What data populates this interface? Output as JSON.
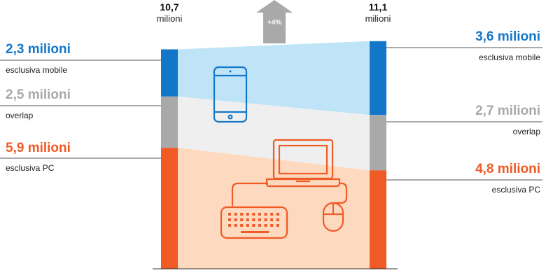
{
  "chart_data": {
    "type": "bar",
    "layout": "stacked slope comparison",
    "colors": {
      "mobile": "#1377c9",
      "overlap": "#a9a9a9",
      "pc": "#f05a25"
    },
    "totals": [
      {
        "value": "10,7",
        "unit": "milioni"
      },
      {
        "value": "11,1",
        "unit": "milioni"
      }
    ],
    "growth_label": "+4%",
    "bars": [
      {
        "segments": [
          {
            "key": "mobile",
            "value": 2.3,
            "label": "2,3 milioni",
            "sublabel": "esclusiva mobile"
          },
          {
            "key": "overlap",
            "value": 2.5,
            "label": "2,5 milioni",
            "sublabel": "overlap"
          },
          {
            "key": "pc",
            "value": 5.9,
            "label": "5,9 milioni",
            "sublabel": "esclusiva PC"
          }
        ]
      },
      {
        "segments": [
          {
            "key": "mobile",
            "value": 3.6,
            "label": "3,6 milioni",
            "sublabel": "esclusiva mobile"
          },
          {
            "key": "overlap",
            "value": 2.7,
            "label": "2,7 milioni",
            "sublabel": "overlap"
          },
          {
            "key": "pc",
            "value": 4.8,
            "label": "4,8 milioni",
            "sublabel": "esclusiva PC"
          }
        ]
      }
    ]
  },
  "icons": [
    "smartphone-icon",
    "laptop-icon",
    "keyboard-icon",
    "mouse-icon"
  ]
}
